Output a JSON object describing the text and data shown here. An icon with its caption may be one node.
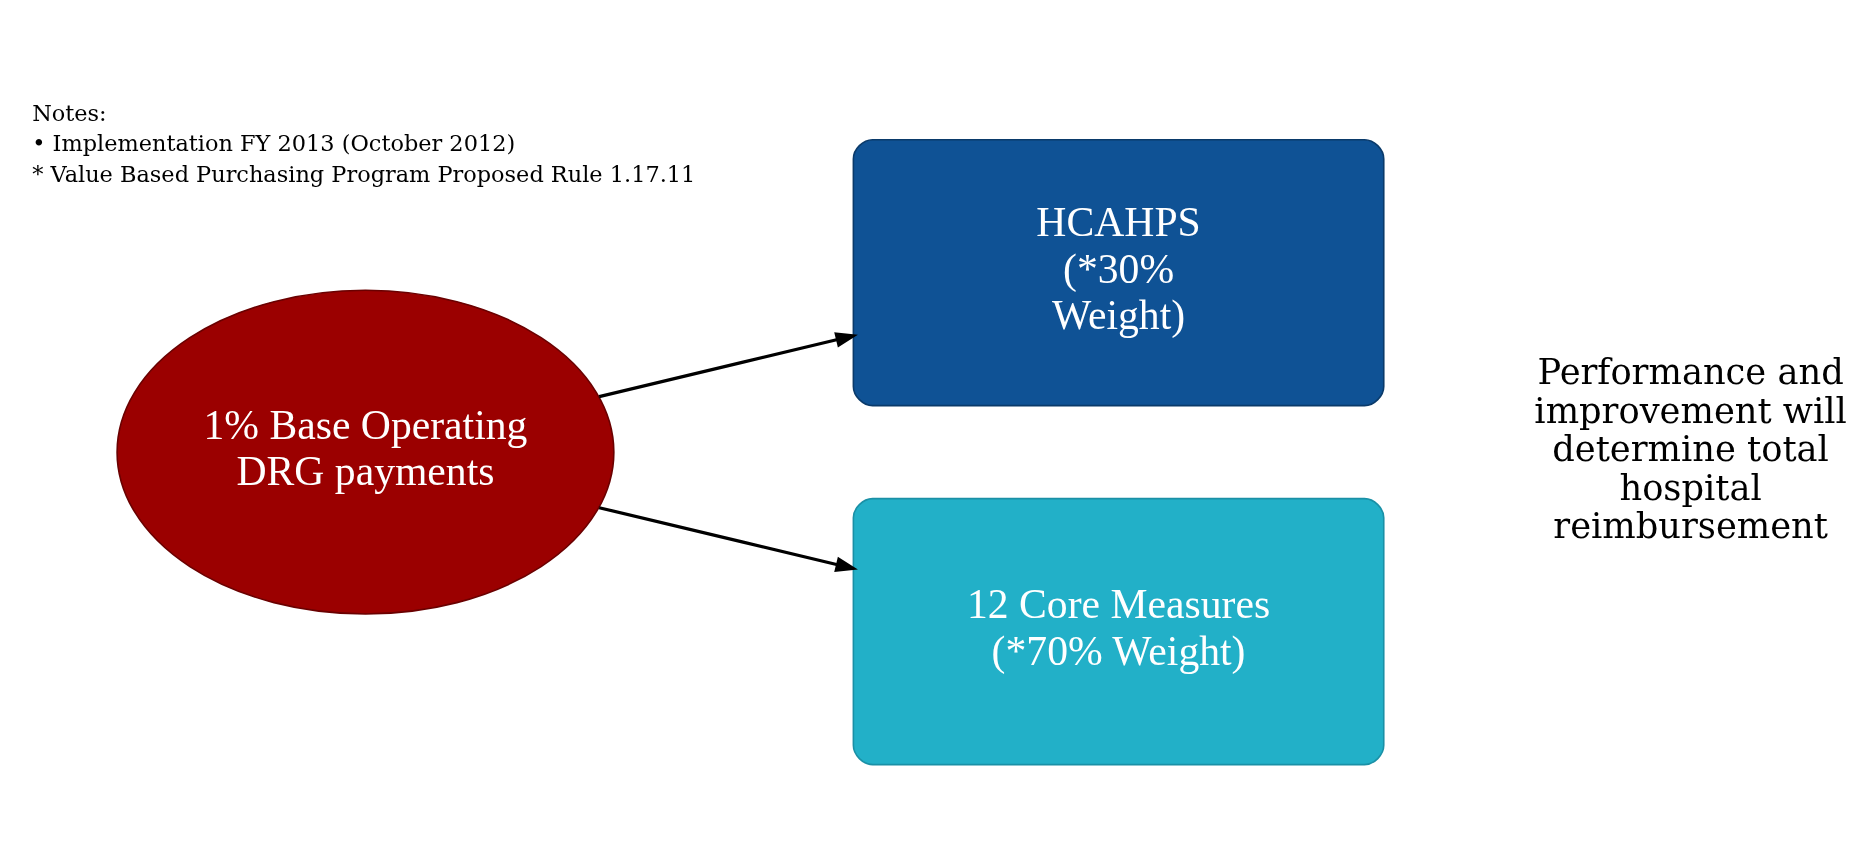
{
  "diagram": {
    "nodes": [
      {
        "text": [
          "1% Base Operating DRG payments"
        ]
      },
      {
        "text": [
          "HCAHPS (*30% Weight)"
        ]
      },
      {
        "text": [
          "12 Core Measures (*70% Weight)"
        ]
      },
      {
        "text": [
          "Performance and improvement will determine total hospital reimbursement"
        ]
      }
    ],
    "edges": [
      {
        "from": 0,
        "to": 1,
        "arrow": "to"
      },
      {
        "from": 0,
        "to": 2,
        "arrow": "to"
      }
    ],
    "labels": [
      "Notes:",
      "• Implementation FY 2013 (October 2012)",
      "* Value Based Purchasing Program Proposed Rule 1.17.11"
    ]
  }
}
